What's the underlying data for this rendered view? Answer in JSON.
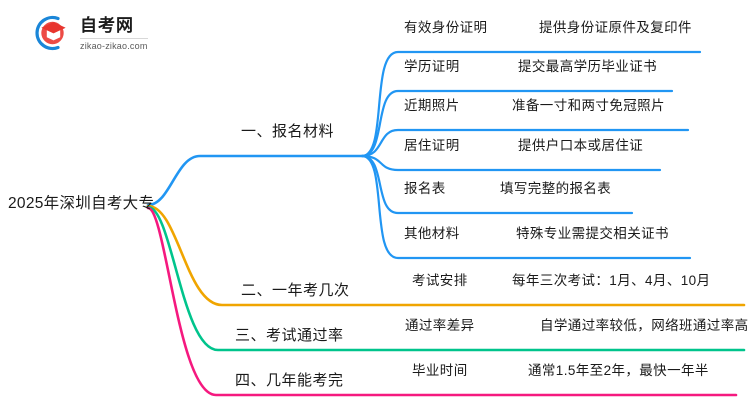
{
  "logo": {
    "brand": "自考网",
    "domain": "zikao-zikao.com",
    "mark_icon": "graduation-book-icon",
    "arc_color": "#1a86d8",
    "cap_color": "#e8352e"
  },
  "mindmap": {
    "root": {
      "label": "2025年深圳自考大专"
    },
    "colors": {
      "branch1": "#2196f3",
      "branch2": "#f0a500",
      "branch3": "#00c48c",
      "branch4": "#f5197f"
    },
    "branches": [
      {
        "label": "一、报名材料",
        "color": "#2196f3",
        "children": [
          {
            "label": "有效身份证明",
            "detail": "提供身份证原件及复印件"
          },
          {
            "label": "学历证明",
            "detail": "提交最高学历毕业证书"
          },
          {
            "label": "近期照片",
            "detail": "准备一寸和两寸免冠照片"
          },
          {
            "label": "居住证明",
            "detail": "提供户口本或居住证"
          },
          {
            "label": "报名表",
            "detail": "填写完整的报名表"
          },
          {
            "label": "其他材料",
            "detail": "特殊专业需提交相关证书"
          }
        ]
      },
      {
        "label": "二、一年考几次",
        "color": "#f0a500",
        "children": [
          {
            "label": "考试安排",
            "detail": "每年三次考试：1月、4月、10月"
          }
        ]
      },
      {
        "label": "三、考试通过率",
        "color": "#00c48c",
        "children": [
          {
            "label": "通过率差异",
            "detail": "自学通过率较低，网络班通过率高"
          }
        ]
      },
      {
        "label": "四、几年能考完",
        "color": "#f5197f",
        "children": [
          {
            "label": "毕业时间",
            "detail": "通常1.5年至2年，最快一年半"
          }
        ]
      }
    ]
  }
}
